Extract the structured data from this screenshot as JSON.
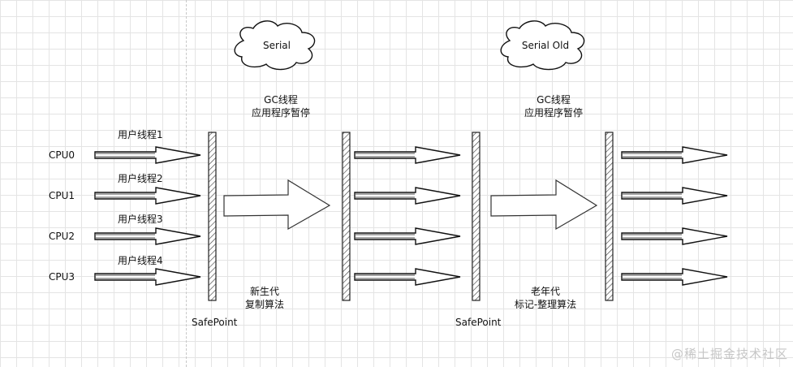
{
  "clouds": {
    "serial": "Serial",
    "serial_old": "Serial Old"
  },
  "gc_notes": {
    "left_line1": "GC线程",
    "left_line2": "应用程序暂停",
    "right_line1": "GC线程",
    "right_line2": "应用程序暂停"
  },
  "cpus": [
    "CPU0",
    "CPU1",
    "CPU2",
    "CPU3"
  ],
  "user_threads": [
    "用户线程1",
    "用户线程2",
    "用户线程3",
    "用户线程4"
  ],
  "young_gen": {
    "line1": "新生代",
    "line2": "复制算法"
  },
  "old_gen": {
    "line1": "老年代",
    "line2": "标记-整理算法"
  },
  "safepoints": [
    "SafePoint",
    "SafePoint"
  ],
  "watermark": "@稀土掘金技术社区"
}
